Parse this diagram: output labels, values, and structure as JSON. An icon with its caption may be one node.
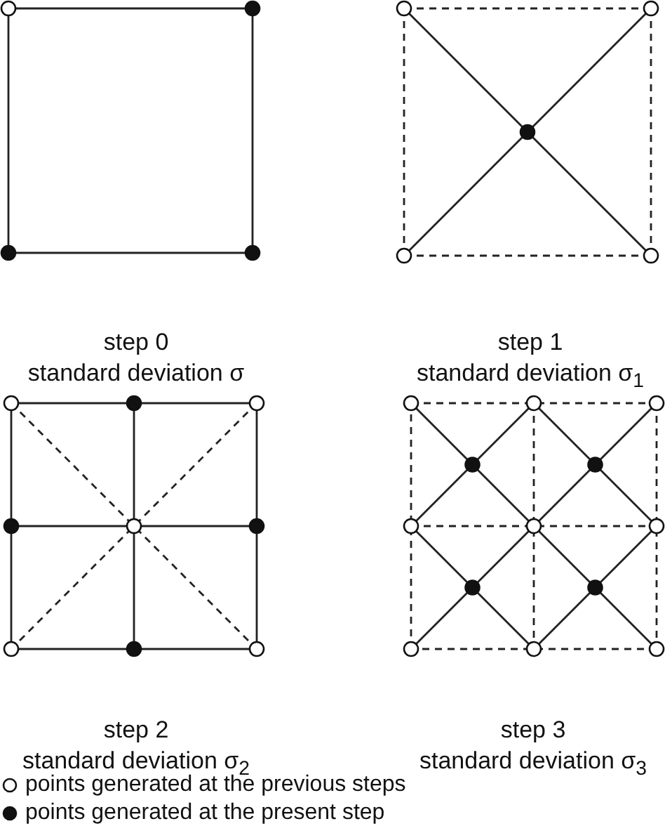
{
  "diagram": {
    "labels": [
      "step 0",
      "standard deviation σ",
      "step 1",
      "standard deviation σ$_{1}$",
      "step 2",
      "standard deviation σ$_{2}$",
      "step 3",
      "standard deviation σ$_{3}$"
    ],
    "legend": [
      {
        "text": "points generated at the previous steps"
      },
      {
        "text": "points generated at the present step"
      }
    ]
  }
}
